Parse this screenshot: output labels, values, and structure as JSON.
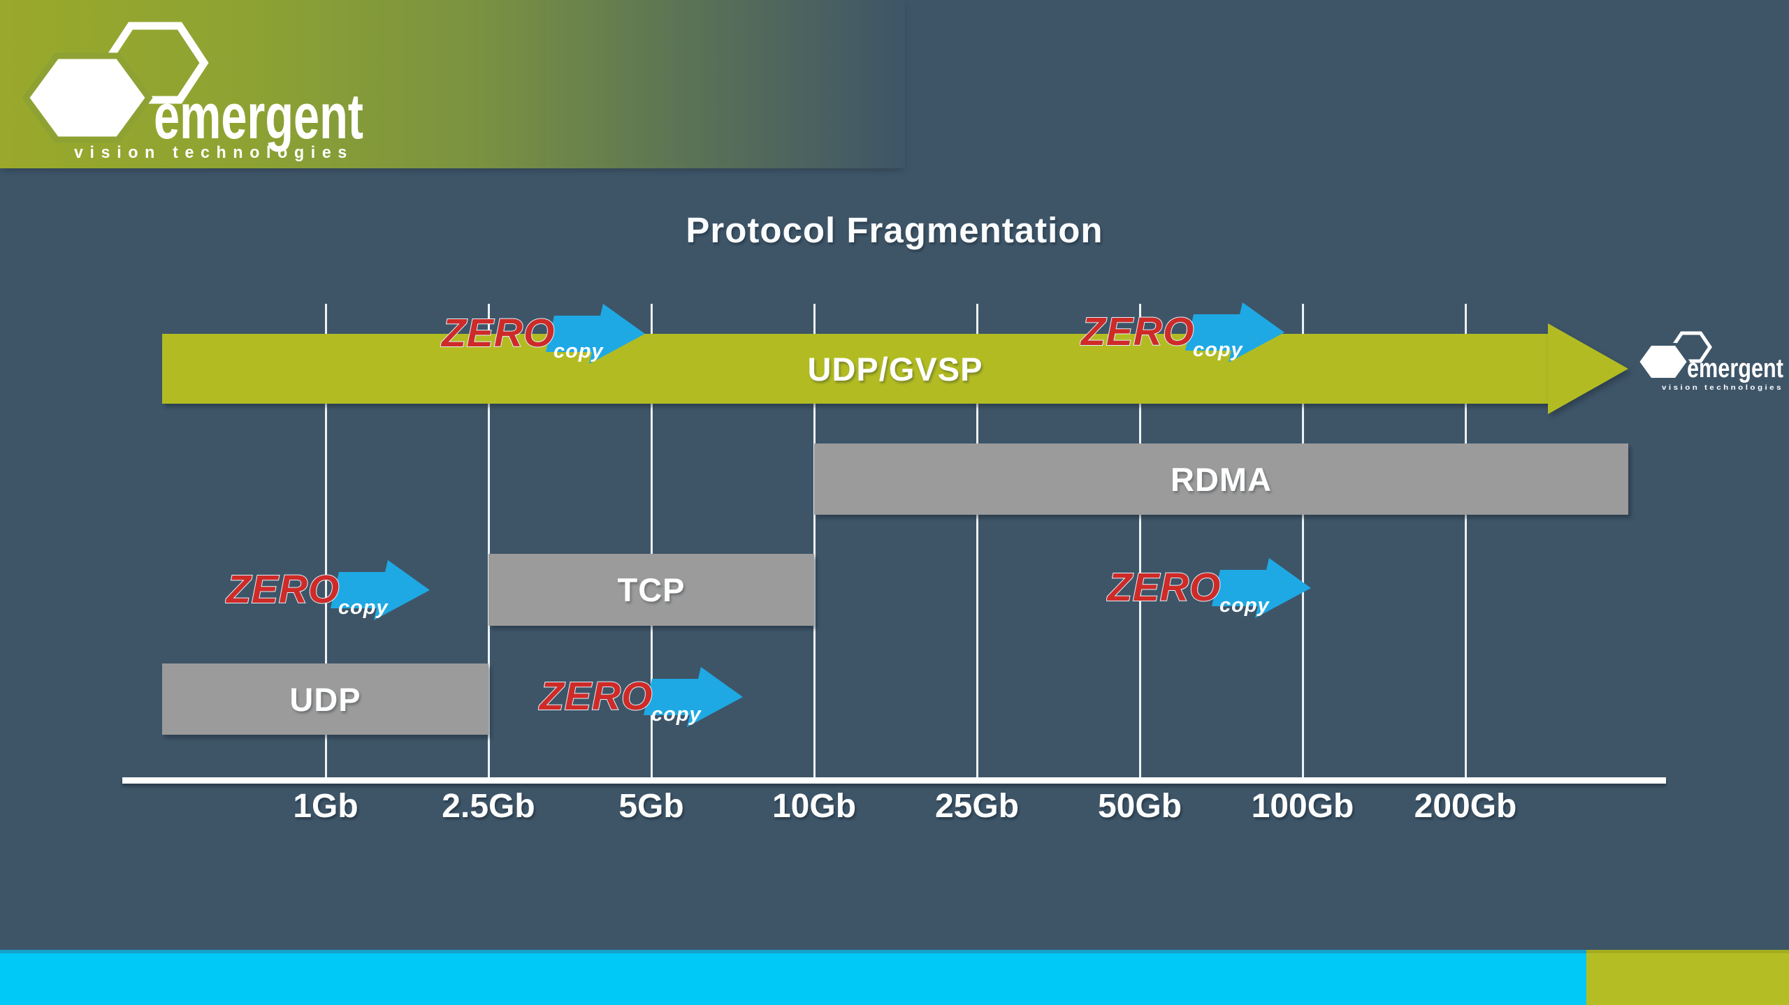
{
  "brand": {
    "name": "emergent",
    "tagline": "vision technologies"
  },
  "title": "Protocol Fragmentation",
  "zerocopy": {
    "zero": "ZERO",
    "copy": "copy"
  },
  "watermark": {
    "name": "emergent",
    "tagline": "vision technologies"
  },
  "chart_data": {
    "type": "bar",
    "orientation": "horizontal-range",
    "title": "Protocol Fragmentation",
    "x_tick_labels": [
      "1Gb",
      "2.5Gb",
      "5Gb",
      "10Gb",
      "25Gb",
      "50Gb",
      "100Gb",
      "200Gb"
    ],
    "x_axis_note": "network link speed, one gridline per tick, non-linear spacing",
    "grid": "vertical white gridlines at every tick from top of chart to axis",
    "bars": [
      {
        "label": "UDP/GVSP",
        "row": 1,
        "from": "left edge (<1Gb)",
        "to": "beyond 200Gb",
        "style": "arrow-right",
        "color": "#b2bc22"
      },
      {
        "label": "RDMA",
        "row": 2,
        "from": "10Gb",
        "to": "beyond 200Gb",
        "style": "rect",
        "color": "#9b9b9b"
      },
      {
        "label": "TCP",
        "row": 3,
        "from": "2.5Gb",
        "to": "10Gb",
        "style": "rect",
        "color": "#9b9b9b"
      },
      {
        "label": "UDP",
        "row": 4,
        "from": "left edge (<1Gb)",
        "to": "2.5Gb",
        "style": "rect",
        "color": "#9b9b9b"
      }
    ],
    "zerocopy_markers": [
      {
        "on": "UDP/GVSP bar",
        "near_x": "between 2.5Gb and 5Gb"
      },
      {
        "on": "UDP/GVSP bar",
        "near_x": "between 50Gb and 100Gb"
      },
      {
        "on": "TCP row",
        "near_x": "1Gb"
      },
      {
        "on": "TCP row",
        "near_x": "just after 50Gb"
      },
      {
        "on": "UDP row",
        "near_x": "5Gb"
      }
    ]
  },
  "colors": {
    "background": "#3e5568",
    "accent_green": "#b2bc22",
    "bar_gray": "#9b9b9b",
    "footer_cyan": "#00c8f7",
    "zero_red": "#ce2b28",
    "arrow_blue": "#1ea9e4",
    "text": "#ffffff"
  }
}
